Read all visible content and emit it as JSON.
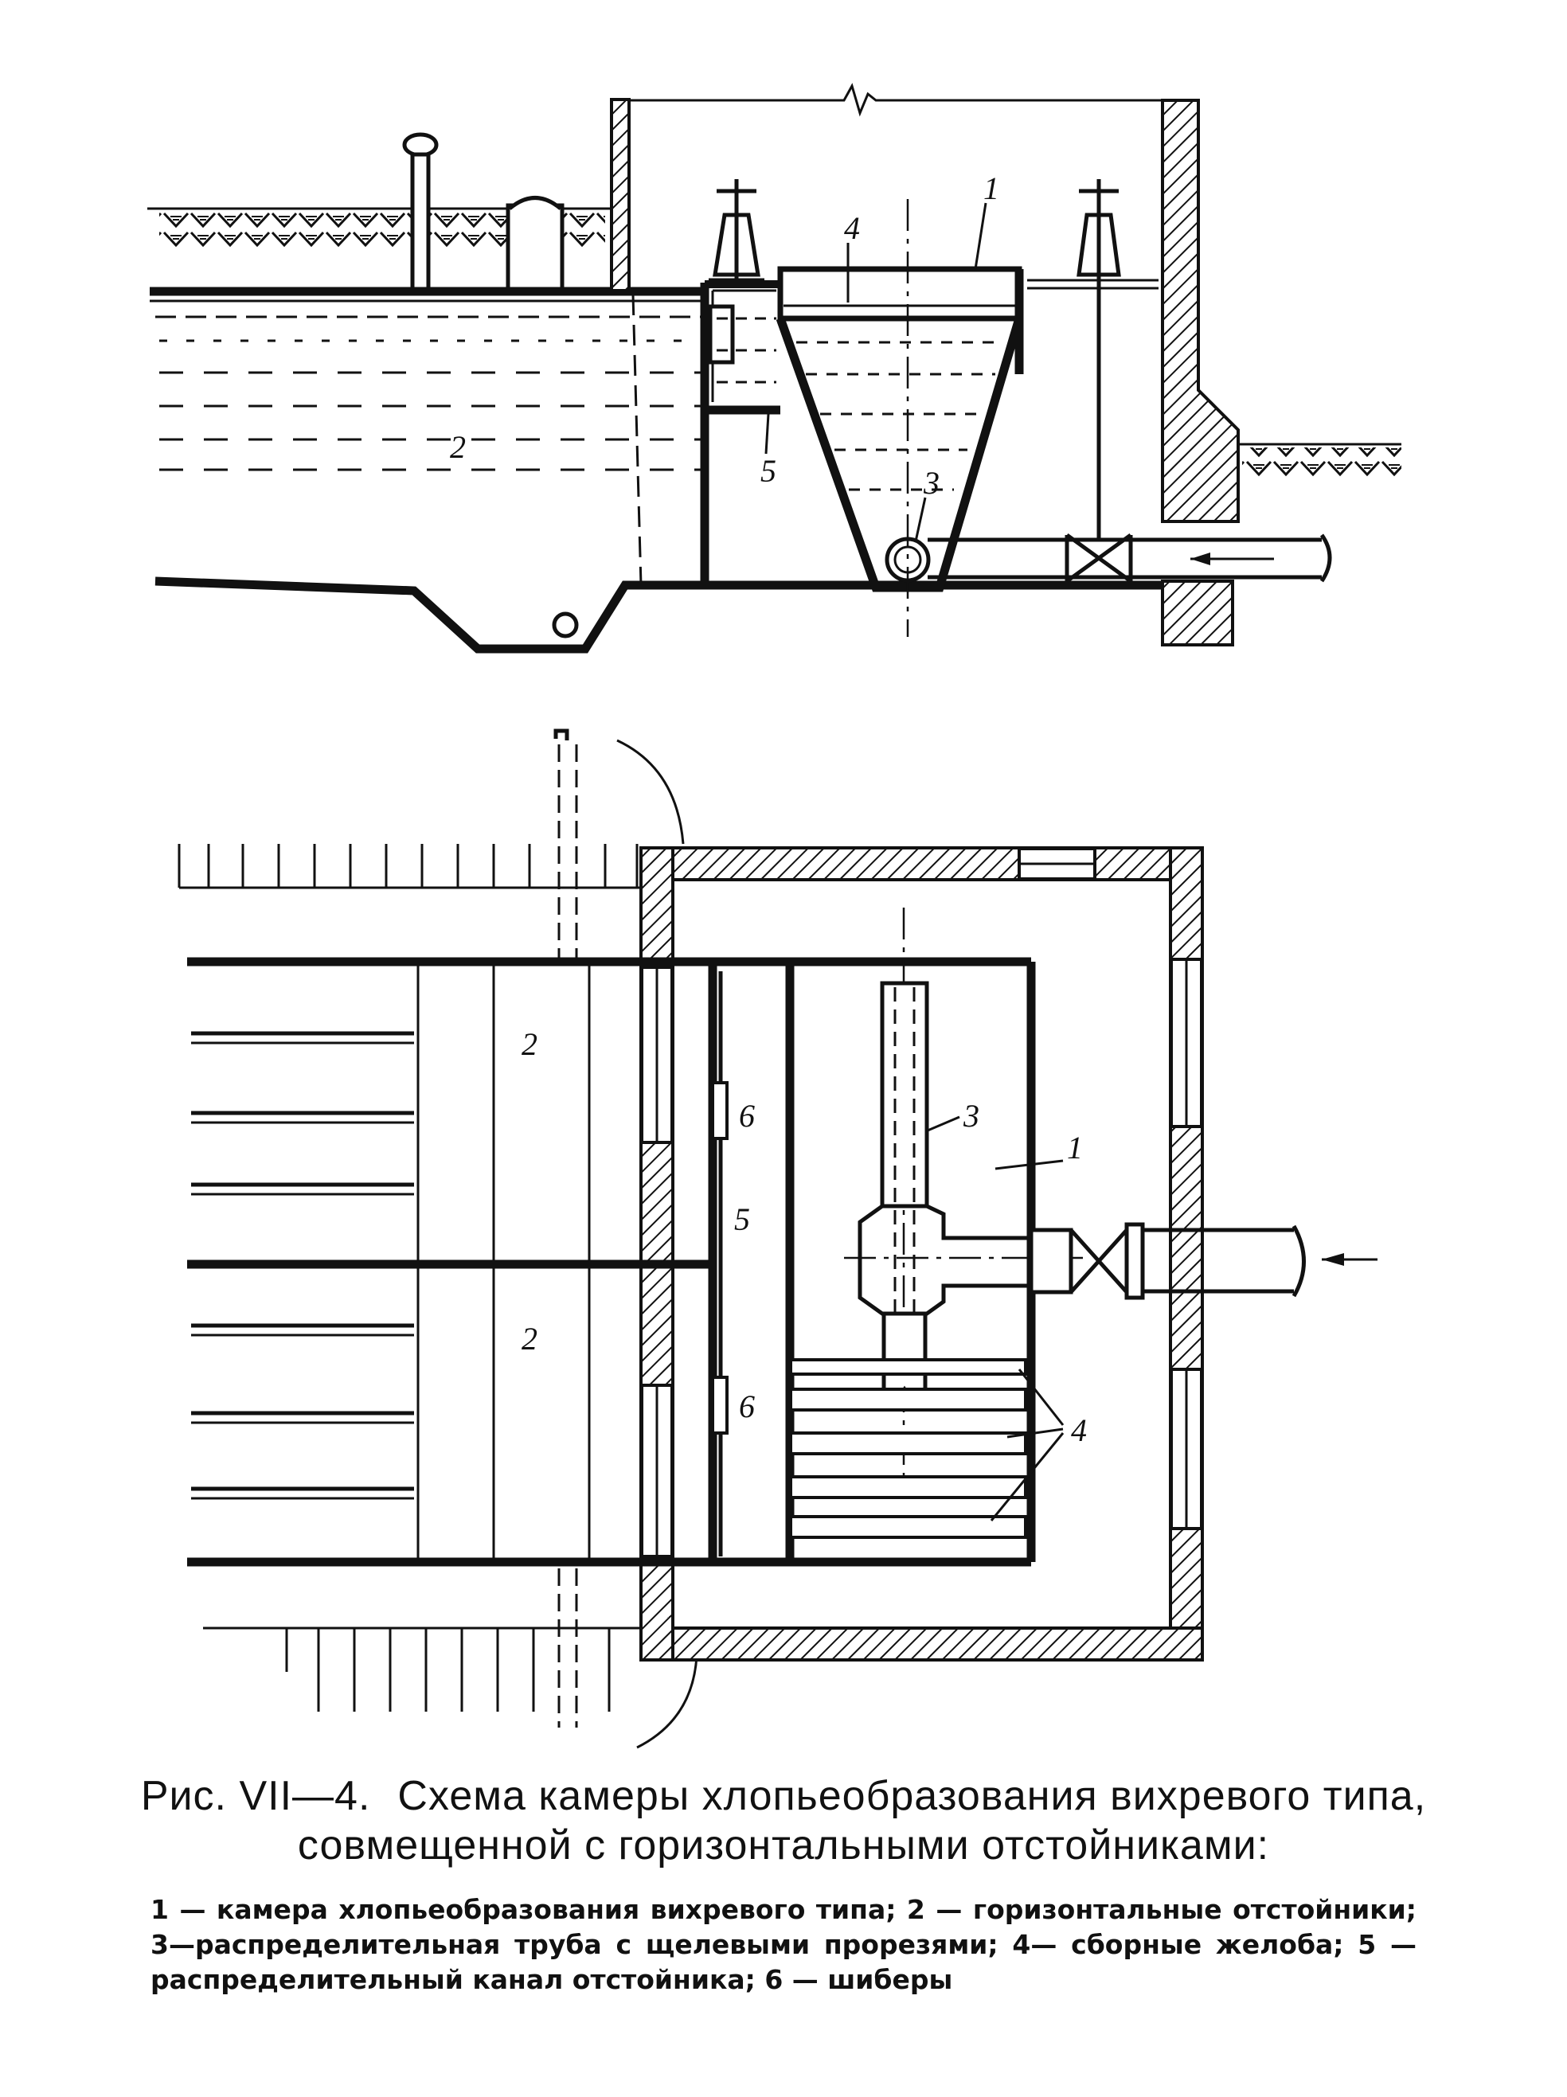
{
  "labels": {
    "camera": "1",
    "settler": "2",
    "pipe": "3",
    "gutters": "4",
    "channel": "5",
    "gate": "6"
  },
  "caption": {
    "figure_number": "Рис. VII—4.",
    "title": "Схема камеры хлопьеобразования вихревого типа, совмещенной с горизонтальными отстойниками:",
    "legend": "1 — камера хлопьеобразования вихревого типа; 2 — горизонтальные отстойники; 3—распределительная труба с щелевыми прорезями; 4— сборные желоба; 5 — распределительный канал отстойника; 6 — шиберы"
  }
}
